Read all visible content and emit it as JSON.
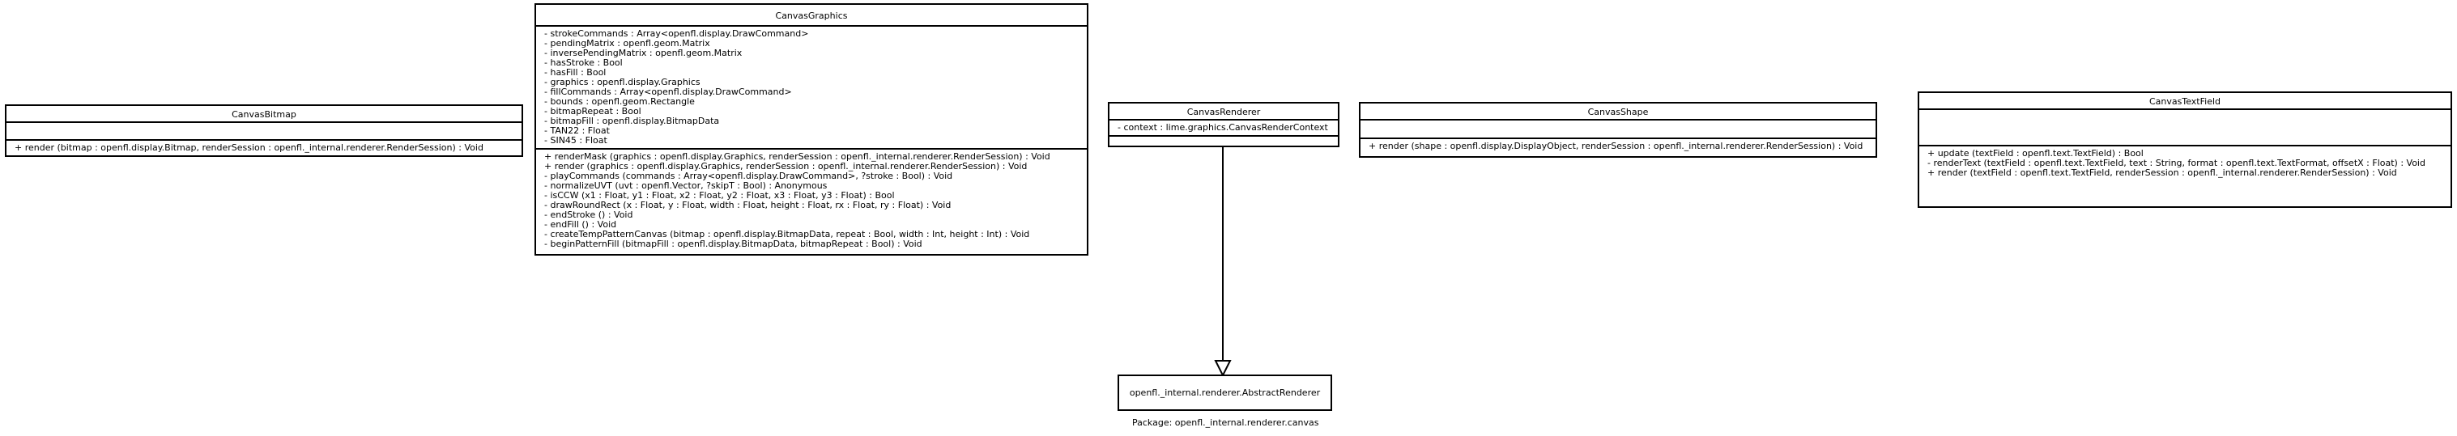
{
  "package_label": "Package: openfl._internal.renderer.canvas",
  "classes": {
    "canvas_bitmap": {
      "name": "CanvasBitmap",
      "attributes": [],
      "operations": [
        "+ render (bitmap : openfl.display.Bitmap, renderSession : openfl._internal.renderer.RenderSession) : Void"
      ]
    },
    "canvas_graphics": {
      "name": "CanvasGraphics",
      "attributes": [
        "- strokeCommands : Array<openfl.display.DrawCommand>",
        "- pendingMatrix : openfl.geom.Matrix",
        "- inversePendingMatrix : openfl.geom.Matrix",
        "- hasStroke : Bool",
        "- hasFill : Bool",
        "- graphics : openfl.display.Graphics",
        "- fillCommands : Array<openfl.display.DrawCommand>",
        "- bounds : openfl.geom.Rectangle",
        "- bitmapRepeat : Bool",
        "- bitmapFill : openfl.display.BitmapData",
        "- TAN22 : Float",
        "- SIN45 : Float"
      ],
      "operations": [
        "+ renderMask (graphics : openfl.display.Graphics, renderSession : openfl._internal.renderer.RenderSession) : Void",
        "+ render (graphics : openfl.display.Graphics, renderSession : openfl._internal.renderer.RenderSession) : Void",
        "- playCommands (commands : Array<openfl.display.DrawCommand>, ?stroke : Bool) : Void",
        "- normalizeUVT (uvt : openfl.Vector, ?skipT : Bool) : Anonymous",
        "- isCCW (x1 : Float, y1 : Float, x2 : Float, y2 : Float, x3 : Float, y3 : Float) : Bool",
        "- drawRoundRect (x : Float, y : Float, width : Float, height : Float, rx : Float, ry : Float) : Void",
        "- endStroke () : Void",
        "- endFill () : Void",
        "- createTempPatternCanvas (bitmap : openfl.display.BitmapData, repeat : Bool, width : Int, height : Int) : Void",
        "- beginPatternFill (bitmapFill : openfl.display.BitmapData, bitmapRepeat : Bool) : Void"
      ]
    },
    "canvas_renderer": {
      "name": "CanvasRenderer",
      "attributes": [
        "- context : lime.graphics.CanvasRenderContext"
      ],
      "operations": []
    },
    "canvas_shape": {
      "name": "CanvasShape",
      "attributes": [],
      "operations": [
        "+ render (shape : openfl.display.DisplayObject, renderSession : openfl._internal.renderer.RenderSession) : Void"
      ]
    },
    "canvas_text_field": {
      "name": "CanvasTextField",
      "attributes": [],
      "operations": [
        "+ update (textField : openfl.text.TextField) : Bool",
        "- renderText (textField : openfl.text.TextField, text : String, format : openfl.text.TextFormat, offsetX : Float) : Void",
        "+ render (textField : openfl.text.TextField, renderSession : openfl._internal.renderer.RenderSession) : Void"
      ]
    }
  },
  "abstract_renderer": {
    "name": "openfl._internal.renderer.AbstractRenderer"
  }
}
